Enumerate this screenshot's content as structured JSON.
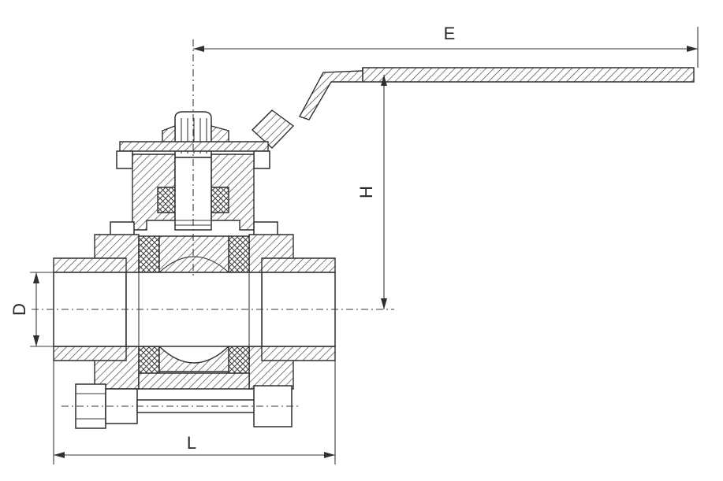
{
  "labels": {
    "E": "E",
    "H": "H",
    "D": "D",
    "L": "L"
  },
  "colors": {
    "line": "#2f2f2f",
    "background": "#ffffff"
  }
}
